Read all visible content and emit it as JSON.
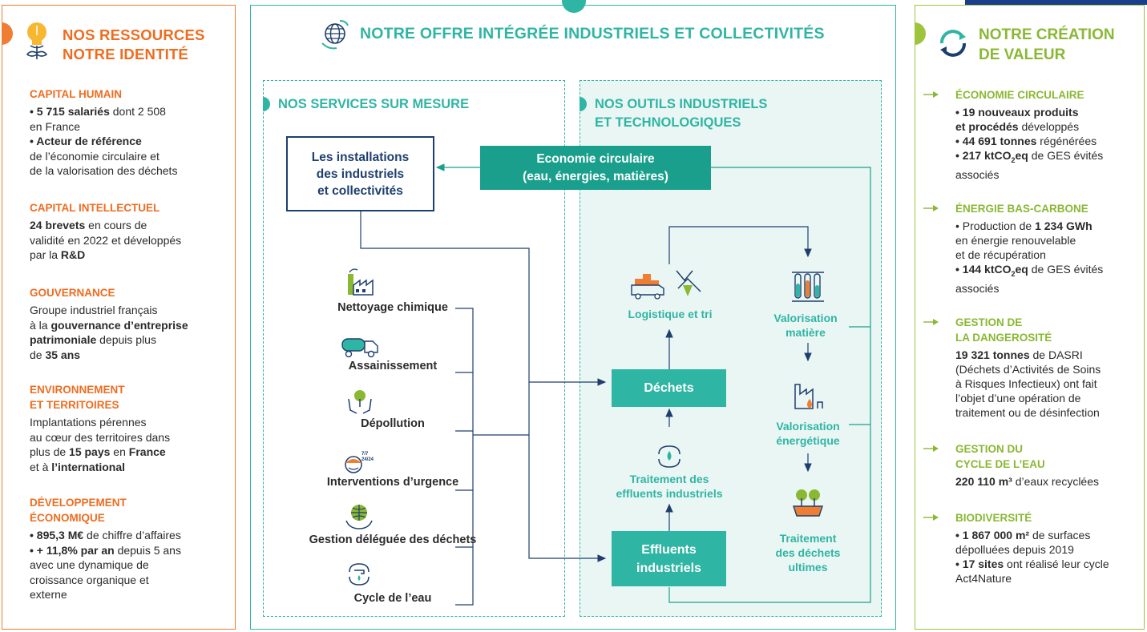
{
  "left": {
    "title_line1": "NOS RESSOURCES",
    "title_line2": "NOTRE IDENTITÉ",
    "sections": [
      {
        "heading": [
          "CAPITAL HUMAIN"
        ],
        "lines": [
          [
            {
              "t": "• 5 715 salariés",
              "b": true
            },
            {
              "t": " dont 2 508",
              "b": false
            }
          ],
          [
            {
              "t": "en France",
              "b": false
            }
          ],
          [
            {
              "t": "• Acteur de référence",
              "b": true
            }
          ],
          [
            {
              "t": "de l’économie circulaire et",
              "b": false
            }
          ],
          [
            {
              "t": "de la valorisation des déchets",
              "b": false
            }
          ]
        ]
      },
      {
        "heading": [
          "CAPITAL INTELLECTUEL"
        ],
        "lines": [
          [
            {
              "t": "24 brevets",
              "b": true
            },
            {
              "t": " en cours de",
              "b": false
            }
          ],
          [
            {
              "t": "validité en 2022 et développés",
              "b": false
            }
          ],
          [
            {
              "t": "par la ",
              "b": false
            },
            {
              "t": "R&D",
              "b": true
            }
          ]
        ]
      },
      {
        "heading": [
          "GOUVERNANCE"
        ],
        "lines": [
          [
            {
              "t": "Groupe industriel français",
              "b": false
            }
          ],
          [
            {
              "t": "à la ",
              "b": false
            },
            {
              "t": "gouvernance d’entreprise",
              "b": true
            }
          ],
          [
            {
              "t": "patrimoniale",
              "b": true
            },
            {
              "t": " depuis plus",
              "b": false
            }
          ],
          [
            {
              "t": "de ",
              "b": false
            },
            {
              "t": "35 ans",
              "b": true
            }
          ]
        ]
      },
      {
        "heading": [
          "ENVIRONNEMENT",
          "ET TERRITOIRES"
        ],
        "lines": [
          [
            {
              "t": "Implantations pérennes",
              "b": false
            }
          ],
          [
            {
              "t": "au cœur des territoires dans",
              "b": false
            }
          ],
          [
            {
              "t": "plus de ",
              "b": false
            },
            {
              "t": "15 pays",
              "b": true
            },
            {
              "t": " en ",
              "b": false
            },
            {
              "t": "France",
              "b": true
            }
          ],
          [
            {
              "t": "et à ",
              "b": false
            },
            {
              "t": "l’international",
              "b": true
            }
          ]
        ]
      },
      {
        "heading": [
          "DÉVELOPPEMENT",
          "ÉCONOMIQUE"
        ],
        "lines": [
          [
            {
              "t": "• 895,3 M€",
              "b": true
            },
            {
              "t": " de chiffre d’affaires",
              "b": false
            }
          ],
          [
            {
              "t": "• + 11,8% par an",
              "b": true
            },
            {
              "t": " depuis 5 ans",
              "b": false
            }
          ],
          [
            {
              "t": "avec une dynamique de",
              "b": false
            }
          ],
          [
            {
              "t": "croissance organique et",
              "b": false
            }
          ],
          [
            {
              "t": "externe",
              "b": false
            }
          ]
        ]
      }
    ]
  },
  "center": {
    "title": "NOTRE OFFRE INTÉGRÉE INDUSTRIELS ET COLLECTIVITÉS",
    "services_title": "NOS SERVICES SUR MESURE",
    "tools_title_line1": "NOS OUTILS INDUSTRIELS",
    "tools_title_line2": "ET TECHNOLOGIQUES",
    "installations": [
      "Les installations",
      "des industriels",
      "et collectivités"
    ],
    "economie": [
      "Economie circulaire",
      "(eau, énergies, matières)"
    ],
    "services": [
      "Nettoyage chimique",
      "Assainissement",
      "Dépollution",
      "Interventions d’urgence",
      "Gestion déléguée des déchets",
      "Cycle de l’eau"
    ],
    "dechets": "Déchets",
    "effluents": [
      "Effluents",
      "industriels"
    ],
    "logistique": "Logistique et tri",
    "traitement_effluents": [
      "Traitement des",
      "effluents industriels"
    ],
    "valorisation_matiere": [
      "Valorisation",
      "matière"
    ],
    "valorisation_energetique": [
      "Valorisation",
      "énergétique"
    ],
    "traitement_dechets": [
      "Traitement",
      "des déchets",
      "ultimes"
    ],
    "urgence_icon_text": [
      "7/7",
      "24/24"
    ]
  },
  "right": {
    "title_line1": "NOTRE CRÉATION",
    "title_line2": "DE VALEUR",
    "sections": [
      {
        "heading": [
          "ÉCONOMIE CIRCULAIRE"
        ],
        "lines": [
          [
            {
              "t": "• 19 nouveaux produits",
              "b": true
            }
          ],
          [
            {
              "t": "et procédés",
              "b": true
            },
            {
              "t": " développés",
              "b": false
            }
          ],
          [
            {
              "t": "• 44 691 tonnes",
              "b": true
            },
            {
              "t": " régénérées",
              "b": false
            }
          ],
          [
            {
              "t": "• 217 ktCO",
              "b": true
            },
            {
              "t": "2",
              "b": true,
              "sub": true
            },
            {
              "t": "eq",
              "b": true
            },
            {
              "t": " de GES évités",
              "b": false
            }
          ],
          [
            {
              "t": "associés",
              "b": false
            }
          ]
        ]
      },
      {
        "heading": [
          "ÉNERGIE BAS-CARBONE"
        ],
        "lines": [
          [
            {
              "t": "• Production de ",
              "b": false
            },
            {
              "t": "1 234 GWh",
              "b": true
            }
          ],
          [
            {
              "t": "en énergie renouvelable",
              "b": false
            }
          ],
          [
            {
              "t": "et de récupération",
              "b": false
            }
          ],
          [
            {
              "t": "• 144 ktCO",
              "b": true
            },
            {
              "t": "2",
              "b": true,
              "sub": true
            },
            {
              "t": "eq",
              "b": true
            },
            {
              "t": " de GES évités",
              "b": false
            }
          ],
          [
            {
              "t": "associés",
              "b": false
            }
          ]
        ]
      },
      {
        "heading": [
          "GESTION DE",
          "LA DANGEROSITÉ"
        ],
        "lines": [
          [
            {
              "t": "19 321 tonnes",
              "b": true
            },
            {
              "t": " de DASRI",
              "b": false
            }
          ],
          [
            {
              "t": "(Déchets d’Activités de Soins",
              "b": false
            }
          ],
          [
            {
              "t": "à Risques Infectieux) ont fait",
              "b": false
            }
          ],
          [
            {
              "t": "l’objet d’une opération de",
              "b": false
            }
          ],
          [
            {
              "t": "traitement ou de désinfection",
              "b": false
            }
          ]
        ]
      },
      {
        "heading": [
          "GESTION DU",
          "CYCLE DE L’EAU"
        ],
        "lines": [
          [
            {
              "t": "220 110 m³",
              "b": true
            },
            {
              "t": " d’eaux recyclées",
              "b": false
            }
          ]
        ]
      },
      {
        "heading": [
          "BIODIVERSITÉ"
        ],
        "lines": [
          [
            {
              "t": "• 1 867 000 m²",
              "b": true
            },
            {
              "t": " de surfaces",
              "b": false
            }
          ],
          [
            {
              "t": "dépolluées depuis 2019",
              "b": false
            }
          ],
          [
            {
              "t": "• 17 sites",
              "b": true
            },
            {
              "t": " ont réalisé leur cycle",
              "b": false
            }
          ],
          [
            {
              "t": "Act4Nature",
              "b": false
            }
          ]
        ]
      }
    ]
  },
  "colors": {
    "orange": "#ef6c1f",
    "teal": "#2fb5a3",
    "dark_teal": "#1a9f8d",
    "navy": "#1e3f6e",
    "green": "#8ab833"
  }
}
